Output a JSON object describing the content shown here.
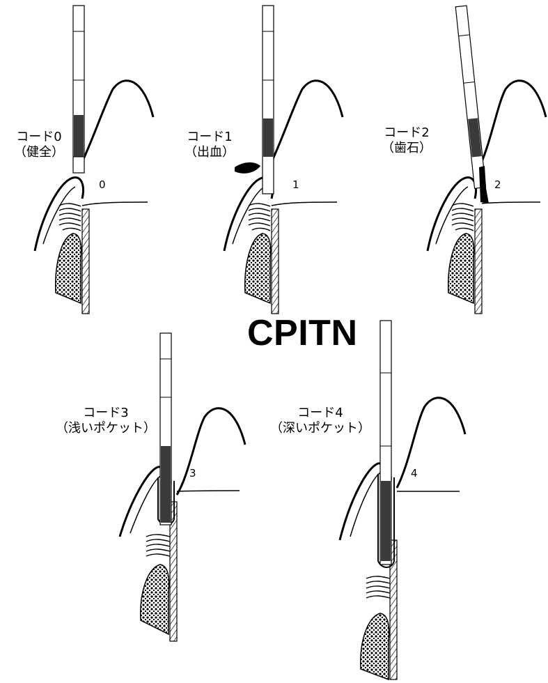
{
  "title": "CPITN",
  "codes": [
    {
      "code": "コード0",
      "desc": "（健全）",
      "number": "0"
    },
    {
      "code": "コード1",
      "desc": "（出血）",
      "number": "1"
    },
    {
      "code": "コード2",
      "desc": "（歯石）",
      "number": "2"
    },
    {
      "code": "コード3",
      "desc": "（浅いポケット）",
      "number": "3"
    },
    {
      "code": "コード4",
      "desc": "（深いポケット）",
      "number": "4"
    }
  ]
}
